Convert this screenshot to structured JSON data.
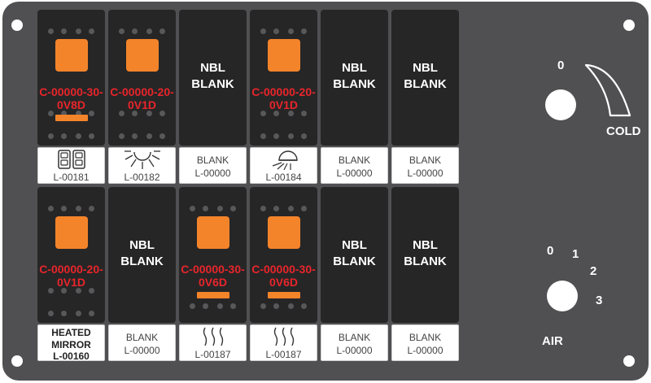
{
  "colors": {
    "panel": "#505052",
    "switch": "#262627",
    "accent": "#f4842a",
    "code_text": "#e8252a"
  },
  "top_row": [
    {
      "type": "lit",
      "code_line1": "C-00000-30-",
      "code_line2": "0V8D",
      "label_icon": "double-rocker-icon",
      "label_code": "L-00181"
    },
    {
      "type": "lit",
      "code_line1": "C-00000-20-",
      "code_line2": "0V1D",
      "label_icon": "sun-icon",
      "label_code": "L-00182"
    },
    {
      "type": "blank",
      "line1": "NBL",
      "line2": "BLANK",
      "label_text": "BLANK",
      "label_code": "L-00000"
    },
    {
      "type": "lit",
      "code_line1": "C-00000-20-",
      "code_line2": "0V1D",
      "label_icon": "work-light-icon",
      "label_code": "L-00184"
    },
    {
      "type": "blank",
      "line1": "NBL",
      "line2": "BLANK",
      "label_text": "BLANK",
      "label_code": "L-00000"
    },
    {
      "type": "blank",
      "line1": "NBL",
      "line2": "BLANK",
      "label_text": "BLANK",
      "label_code": "L-00000"
    }
  ],
  "bottom_row": [
    {
      "type": "lit",
      "code_line1": "C-00000-20-",
      "code_line2": "0V1D",
      "label_bold1": "HEATED",
      "label_bold2": "MIRROR",
      "label_code": "L-00160"
    },
    {
      "type": "blank",
      "line1": "NBL",
      "line2": "BLANK",
      "label_text": "BLANK",
      "label_code": "L-00000"
    },
    {
      "type": "lit_bar",
      "code_line1": "C-00000-30-",
      "code_line2": "0V6D",
      "label_icon": "heat-waves-icon",
      "label_code": "L-00187"
    },
    {
      "type": "lit_bar",
      "code_line1": "C-00000-30-",
      "code_line2": "0V6D",
      "label_icon": "heat-waves-icon",
      "label_code": "L-00187"
    },
    {
      "type": "blank",
      "line1": "NBL",
      "line2": "BLANK",
      "label_text": "BLANK",
      "label_code": "L-00000"
    },
    {
      "type": "blank",
      "line1": "NBL",
      "line2": "BLANK",
      "label_text": "BLANK",
      "label_code": "L-00000"
    }
  ],
  "temp_dial": {
    "zero": "0",
    "cold": "COLD"
  },
  "air_dial": {
    "n0": "0",
    "n1": "1",
    "n2": "2",
    "n3": "3",
    "label": "AIR"
  }
}
